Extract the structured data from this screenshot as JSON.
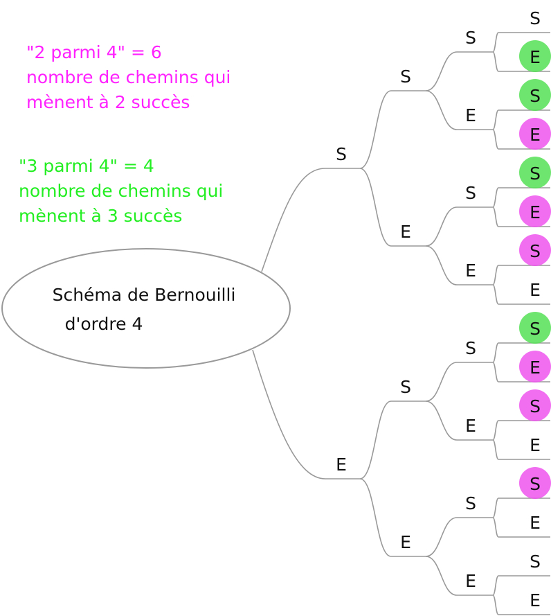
{
  "colors": {
    "pair_two": "#ff22ff",
    "pair_three": "#22ee22",
    "hl_two": "#ee55ee",
    "hl_three": "#55e055",
    "branch": "#999999"
  },
  "annotations": {
    "two_successes": {
      "line1": "\"2 parmi 4\" = 6",
      "line2": "nombre de chemins qui",
      "line3": "mènent à 2 succès"
    },
    "three_successes": {
      "line1": "\"3 parmi 4\" = 4",
      "line2": "nombre de chemins qui",
      "line3": "mènent à 3 succès"
    }
  },
  "root": {
    "line1": "Schéma de Bernouilli",
    "line2": "d'ordre 4"
  },
  "tree": [
    {
      "label": "S",
      "children": [
        {
          "label": "S",
          "children": [
            {
              "label": "S",
              "children": [
                {
                  "label": "S"
                },
                {
                  "label": "E",
                  "highlight": "three"
                }
              ]
            },
            {
              "label": "E",
              "children": [
                {
                  "label": "S",
                  "highlight": "three"
                },
                {
                  "label": "E",
                  "highlight": "two"
                }
              ]
            }
          ]
        },
        {
          "label": "E",
          "children": [
            {
              "label": "S",
              "children": [
                {
                  "label": "S",
                  "highlight": "three"
                },
                {
                  "label": "E",
                  "highlight": "two"
                }
              ]
            },
            {
              "label": "E",
              "children": [
                {
                  "label": "S",
                  "highlight": "two"
                },
                {
                  "label": "E"
                }
              ]
            }
          ]
        }
      ]
    },
    {
      "label": "E",
      "children": [
        {
          "label": "S",
          "children": [
            {
              "label": "S",
              "children": [
                {
                  "label": "S",
                  "highlight": "three"
                },
                {
                  "label": "E",
                  "highlight": "two"
                }
              ]
            },
            {
              "label": "E",
              "children": [
                {
                  "label": "S",
                  "highlight": "two"
                },
                {
                  "label": "E"
                }
              ]
            }
          ]
        },
        {
          "label": "E",
          "children": [
            {
              "label": "S",
              "children": [
                {
                  "label": "S",
                  "highlight": "two"
                },
                {
                  "label": "E"
                }
              ]
            },
            {
              "label": "E",
              "children": [
                {
                  "label": "S"
                },
                {
                  "label": "E"
                }
              ]
            }
          ]
        }
      ]
    }
  ]
}
